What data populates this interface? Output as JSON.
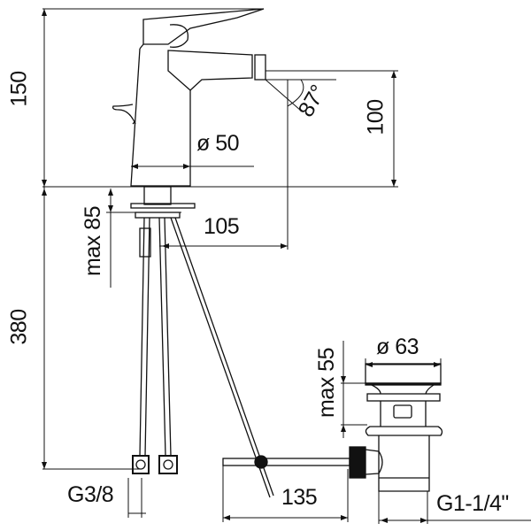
{
  "drawing": {
    "dimensions": {
      "height_total": "150",
      "spout_height": "100",
      "spout_angle": "87°",
      "body_diameter": "ø 50",
      "max_deck_thickness": "max 85",
      "spout_reach": "105",
      "hose_length": "380",
      "drain_diameter": "ø 63",
      "drain_max_thickness": "max 55",
      "hose_thread": "G3/8",
      "rod_length": "135",
      "drain_thread": "G1-1/4\""
    },
    "colors": {
      "line": "#111111",
      "background": "#ffffff"
    }
  }
}
